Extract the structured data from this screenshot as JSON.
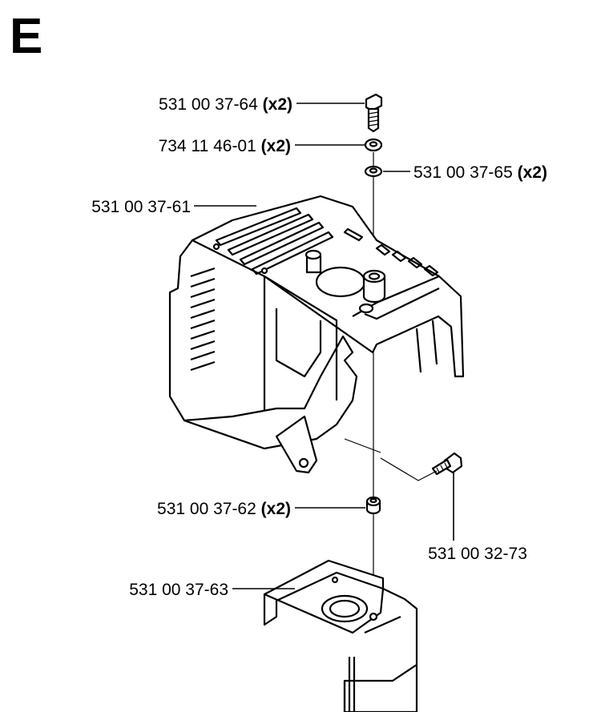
{
  "section_letter": "E",
  "qty_suffix": "(x2)",
  "callouts": [
    {
      "id": "bolt",
      "part_number": "531 00 37-64",
      "qty": "(x2)"
    },
    {
      "id": "washer",
      "part_number": "734 11 46-01",
      "qty": "(x2)"
    },
    {
      "id": "grommet-top",
      "part_number": "531 00 37-65",
      "qty": "(x2)"
    },
    {
      "id": "cylinder-cover",
      "part_number": "531 00 37-61",
      "qty": ""
    },
    {
      "id": "spacer",
      "part_number": "531 00 37-62",
      "qty": "(x2)"
    },
    {
      "id": "screw",
      "part_number": "531 00 32-73",
      "qty": ""
    },
    {
      "id": "bracket",
      "part_number": "531 00 37-63",
      "qty": ""
    }
  ]
}
